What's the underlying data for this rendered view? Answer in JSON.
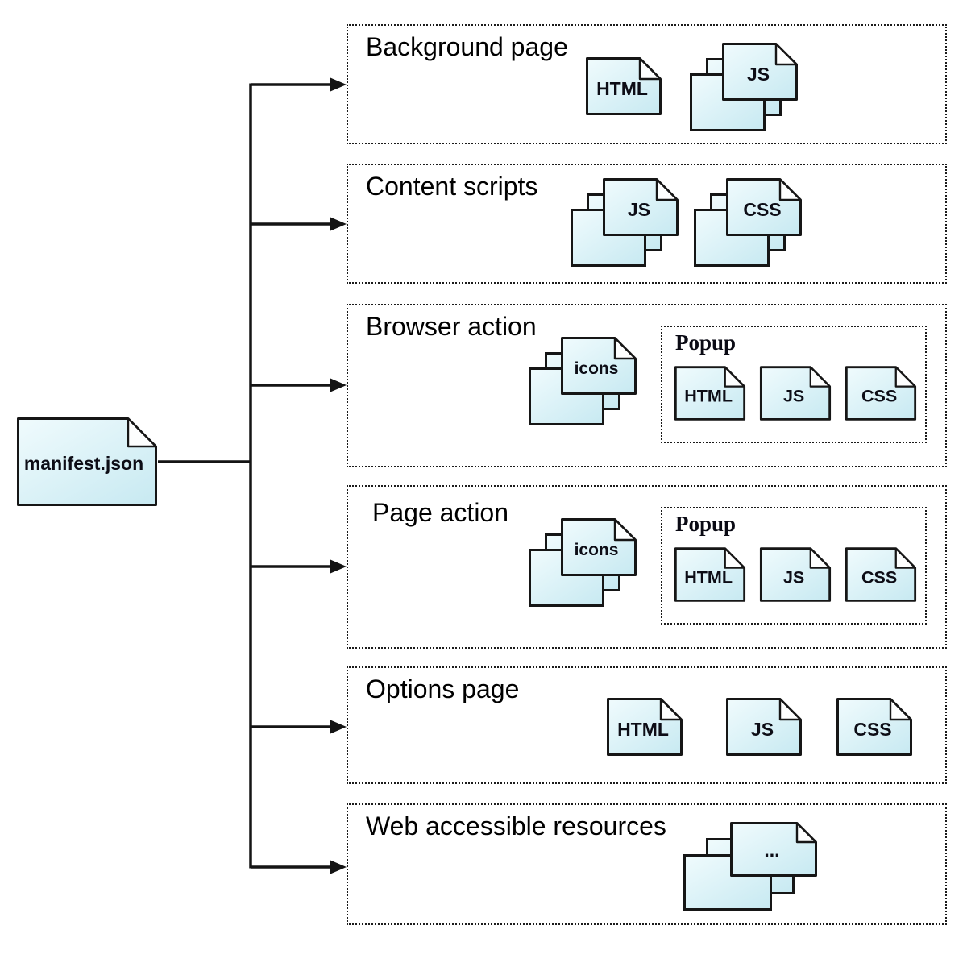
{
  "root": {
    "label": "manifest.json"
  },
  "sections": {
    "background": {
      "title": "Background page",
      "html": "HTML",
      "js": "JS"
    },
    "content": {
      "title": "Content scripts",
      "js": "JS",
      "css": "CSS"
    },
    "browser_action": {
      "title": "Browser action",
      "icons": "icons",
      "popup": {
        "title": "Popup",
        "html": "HTML",
        "js": "JS",
        "css": "CSS"
      }
    },
    "page_action": {
      "title": "Page action",
      "icons": "icons",
      "popup": {
        "title": "Popup",
        "html": "HTML",
        "js": "JS",
        "css": "CSS"
      }
    },
    "options": {
      "title": "Options page",
      "html": "HTML",
      "js": "JS",
      "css": "CSS"
    },
    "web_resources": {
      "title": "Web accessible resources",
      "more": "..."
    }
  },
  "icons": {
    "file": "single-document-with-folded-corner",
    "file_stack": "three-stacked-documents-with-folded-corner"
  },
  "colors": {
    "doc_fill_top": "#eefafc",
    "doc_fill_bottom": "#cdecf3",
    "doc_stroke": "#161616",
    "wire": "#141414",
    "background": "#ffffff",
    "text": "#000000"
  }
}
